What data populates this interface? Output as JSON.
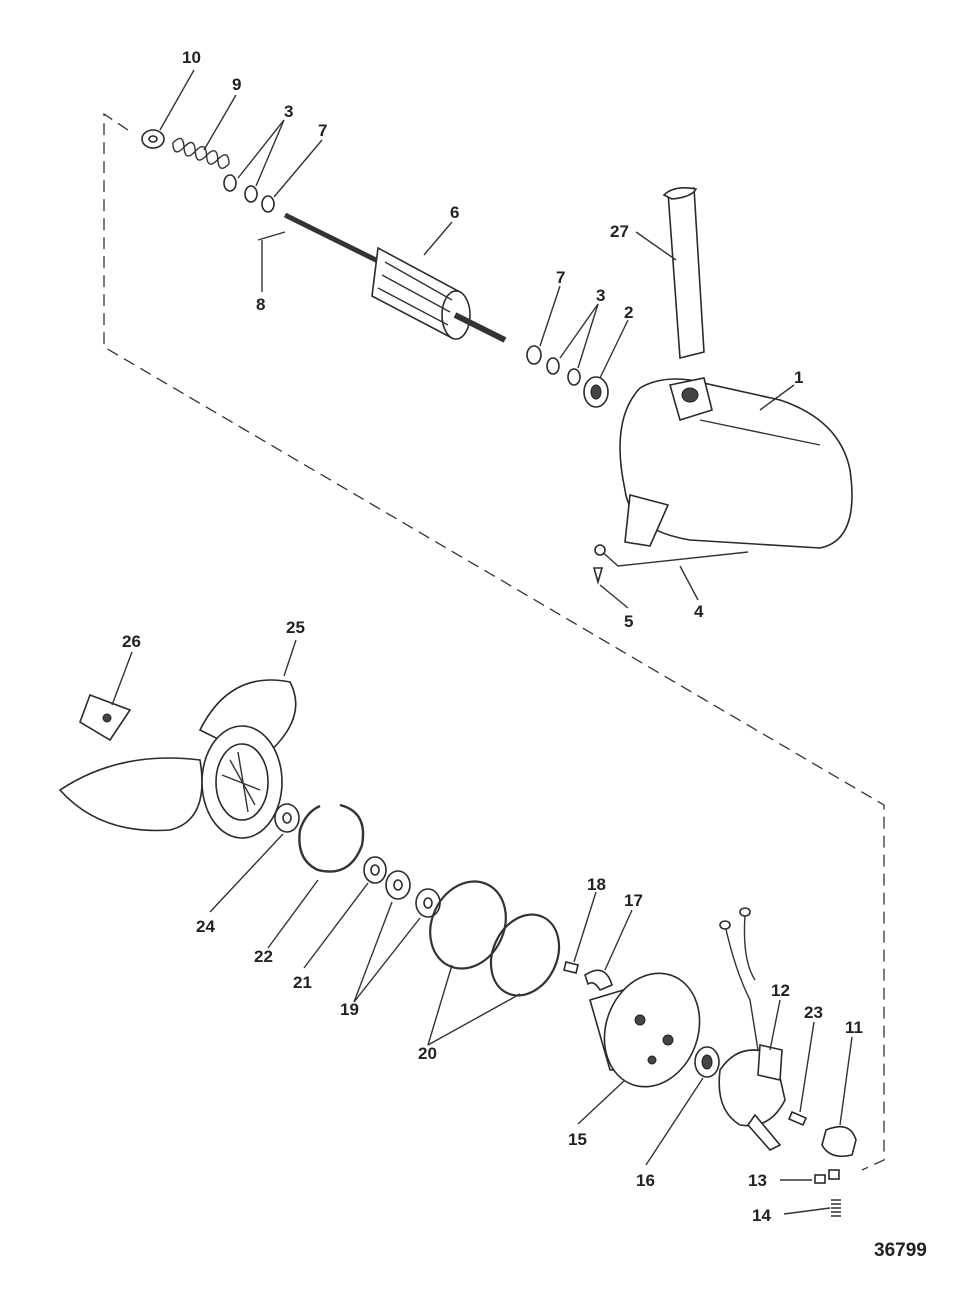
{
  "figure_number": "36799",
  "callouts": [
    {
      "id": "10",
      "label": "10"
    },
    {
      "id": "9",
      "label": "9"
    },
    {
      "id": "3a",
      "label": "3"
    },
    {
      "id": "7a",
      "label": "7"
    },
    {
      "id": "8",
      "label": "8"
    },
    {
      "id": "6",
      "label": "6"
    },
    {
      "id": "27",
      "label": "27"
    },
    {
      "id": "7b",
      "label": "7"
    },
    {
      "id": "3b",
      "label": "3"
    },
    {
      "id": "2",
      "label": "2"
    },
    {
      "id": "1",
      "label": "1"
    },
    {
      "id": "5",
      "label": "5"
    },
    {
      "id": "4",
      "label": "4"
    },
    {
      "id": "26",
      "label": "26"
    },
    {
      "id": "25",
      "label": "25"
    },
    {
      "id": "24",
      "label": "24"
    },
    {
      "id": "22",
      "label": "22"
    },
    {
      "id": "21",
      "label": "21"
    },
    {
      "id": "19",
      "label": "19"
    },
    {
      "id": "20",
      "label": "20"
    },
    {
      "id": "18",
      "label": "18"
    },
    {
      "id": "17",
      "label": "17"
    },
    {
      "id": "15",
      "label": "15"
    },
    {
      "id": "16",
      "label": "16"
    },
    {
      "id": "12",
      "label": "12"
    },
    {
      "id": "23",
      "label": "23"
    },
    {
      "id": "11",
      "label": "11"
    },
    {
      "id": "13",
      "label": "13"
    },
    {
      "id": "14",
      "label": "14"
    }
  ]
}
